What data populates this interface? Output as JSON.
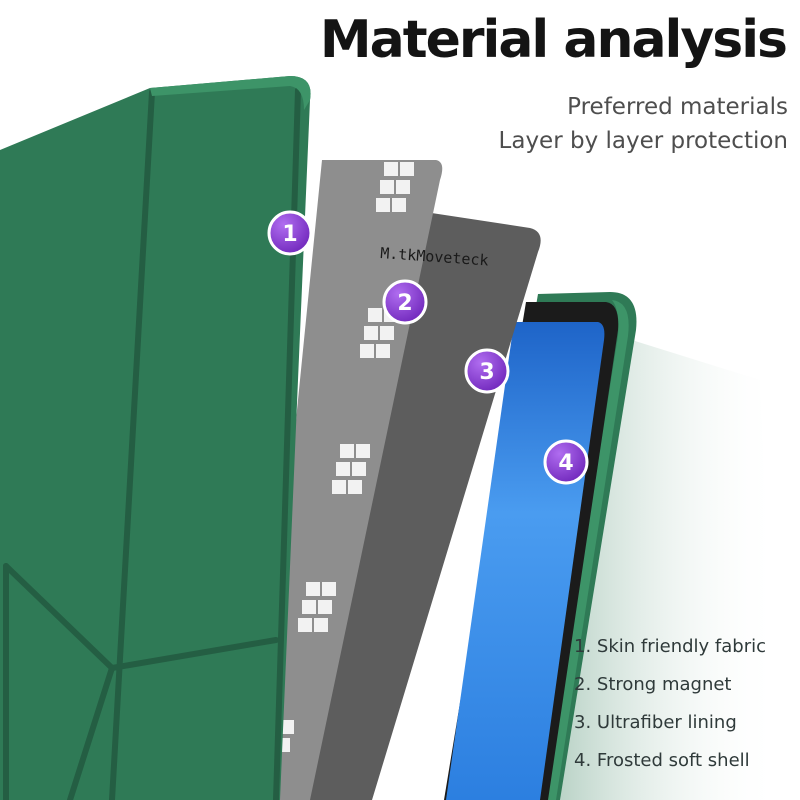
{
  "header": {
    "title": "Material analysis",
    "subtitle_line1": "Preferred materials",
    "subtitle_line2": "Layer by layer protection"
  },
  "brand_watermark": "M.tkMoveteck",
  "layer_badges": [
    {
      "number": "1"
    },
    {
      "number": "2"
    },
    {
      "number": "3"
    },
    {
      "number": "4"
    }
  ],
  "features": [
    "1. Skin friendly fabric",
    "2. Strong magnet",
    "3. Ultrafiber lining",
    "4. Frosted soft shell"
  ],
  "colors": {
    "case_green": "#2f7a56",
    "case_green_dark": "#245e43",
    "magnet_sheet_gray": "#8e8e8e",
    "lining_dark_gray": "#5d5d5d",
    "screen_blue": "#3f8fe8",
    "badge_purple": "#8a3fd6",
    "background": "#ffffff"
  }
}
